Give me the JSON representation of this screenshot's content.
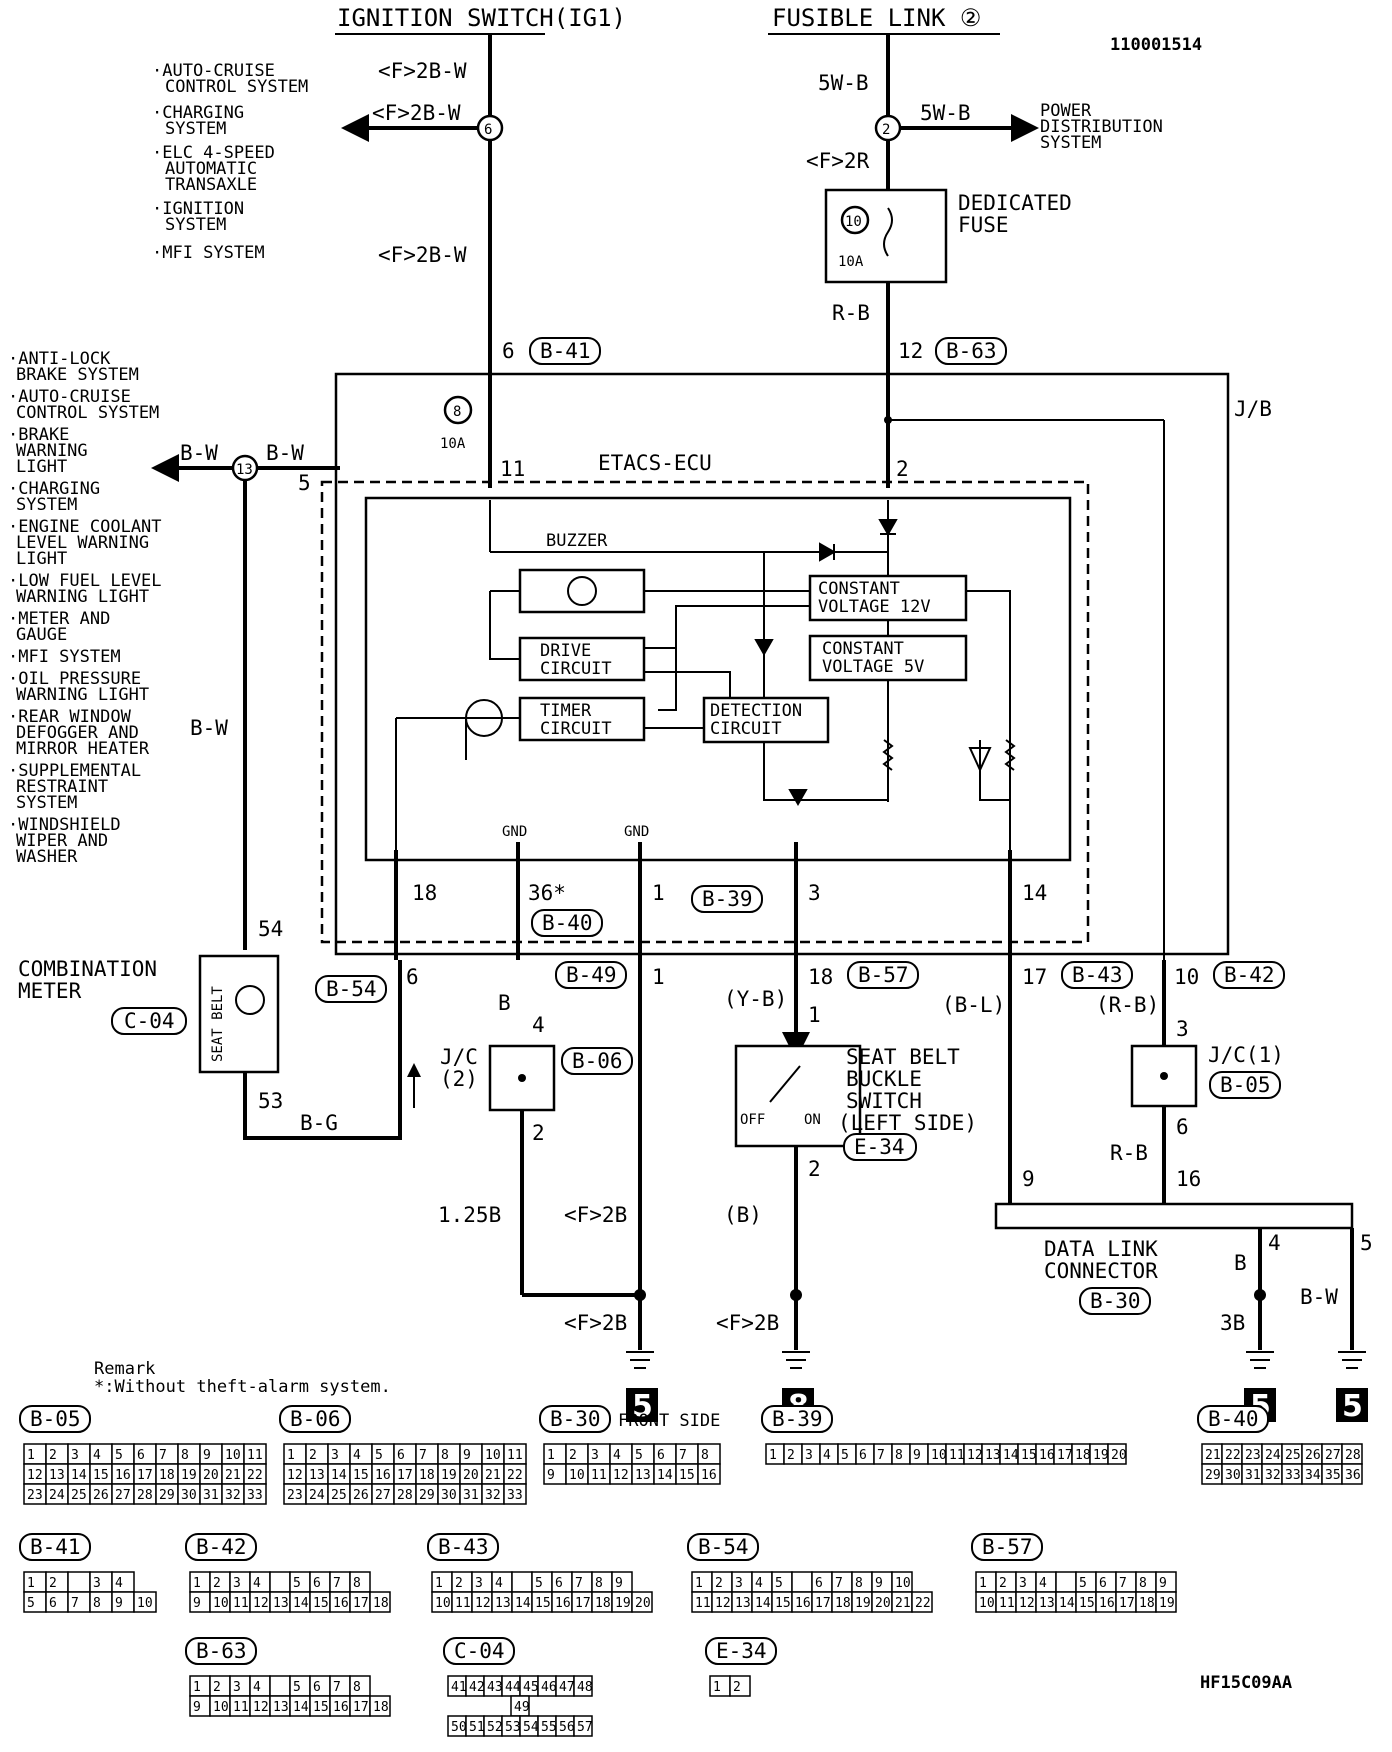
{
  "header": {
    "ignition_switch": "IGNITION SWITCH(IG1)",
    "fusible_link": "FUSIBLE LINK ②",
    "diagram_id": "110001514",
    "figure_code": "HF15C09AA"
  },
  "ig_systems": [
    "·AUTO-CRUISE",
    "CONTROL SYSTEM",
    "·CHARGING",
    "SYSTEM",
    "·ELC 4-SPEED",
    "AUTOMATIC",
    "TRANSAXLE",
    "·IGNITION",
    "SYSTEM",
    "·MFI SYSTEM"
  ],
  "wires": {
    "f2bw": "<F>2B-W",
    "w5wb": "5W-B",
    "f2r": "<F>2R",
    "rb": "R-B",
    "bw": "B-W",
    "b": "B",
    "bg": "B-G",
    "yb": "(Y-B)",
    "bl": "(B-L)",
    "rb2": "(R-B)",
    "b125": "1.25B",
    "f2b": "<F>2B",
    "bpar": "(B)",
    "b3": "3B"
  },
  "power_distribution": [
    "POWER",
    "DISTRIBUTION",
    "SYSTEM"
  ],
  "dedicated_fuse": [
    "DEDICATED",
    "FUSE"
  ],
  "fuse_numbers": {
    "f10": "10",
    "f8": "8",
    "amp": "10A",
    "node6": "6",
    "node2": "2",
    "node13": "13"
  },
  "left_systems": [
    "·ANTI-LOCK",
    "BRAKE SYSTEM",
    "·AUTO-CRUISE",
    "CONTROL SYSTEM",
    "·BRAKE",
    "WARNING",
    "LIGHT",
    "·CHARGING",
    "SYSTEM",
    "·ENGINE COOLANT",
    "LEVEL WARNING",
    "LIGHT",
    "·LOW FUEL LEVEL",
    "WARNING LIGHT",
    "·METER AND",
    "GAUGE",
    "·MFI SYSTEM",
    "·OIL PRESSURE",
    "WARNING LIGHT",
    "·REAR WINDOW",
    "DEFOGGER AND",
    "MIRROR HEATER",
    "·SUPPLEMENTAL",
    "RESTRAINT",
    "SYSTEM",
    "·WINDSHIELD",
    "WIPER AND",
    "WASHER"
  ],
  "ecu": {
    "jb": "J/B",
    "etacs": "ETACS-ECU",
    "buzzer": "BUZZER",
    "cv12": [
      "CONSTANT",
      "VOLTAGE 12V"
    ],
    "cv5": [
      "CONSTANT",
      "VOLTAGE 5V"
    ],
    "drive": [
      "DRIVE",
      "CIRCUIT"
    ],
    "timer": [
      "TIMER",
      "CIRCUIT"
    ],
    "detect": [
      "DETECTION",
      "CIRCUIT"
    ],
    "gnd": "GND"
  },
  "pins": {
    "p6": "6",
    "p12": "12",
    "p11": "11",
    "p2": "2",
    "p5": "5",
    "p18": "18",
    "p36": "36*",
    "p1": "1",
    "p3": "3",
    "p14": "14",
    "p17": "17",
    "p10": "10",
    "p4": "4",
    "p9": "9",
    "p16": "16",
    "p54": "54",
    "p53": "53"
  },
  "refs": {
    "b41": "B-41",
    "b63": "B-63",
    "b40": "B-40",
    "b39": "B-39",
    "b54": "B-54",
    "b49": "B-49",
    "b57": "B-57",
    "b43": "B-43",
    "b42": "B-42",
    "b06": "B-06",
    "b05": "B-05",
    "c04": "C-04",
    "e34": "E-34",
    "b30": "B-30"
  },
  "combination_meter": [
    "COMBINATION",
    "METER"
  ],
  "seat_belt": "SEAT BELT",
  "jc2": [
    "J/C",
    "(2)"
  ],
  "jc1": "J/C(1)",
  "buckle_switch": [
    "SEAT BELT",
    "BUCKLE",
    "SWITCH",
    "(LEFT SIDE)"
  ],
  "switch_off": "OFF",
  "switch_on": "ON",
  "data_link": [
    "DATA LINK",
    "CONNECTOR"
  ],
  "ground_numbers": [
    "5",
    "8",
    "5",
    "5"
  ],
  "remark": [
    "Remark",
    "*:Without theft-alarm system."
  ],
  "connectors": {
    "b05": {
      "label": "B-05",
      "rows": [
        [
          "1",
          "2",
          "3",
          "4",
          "5",
          "6",
          "7",
          "8",
          "9",
          "10",
          "11"
        ],
        [
          "12",
          "13",
          "14",
          "15",
          "16",
          "17",
          "18",
          "19",
          "20",
          "21",
          "22"
        ],
        [
          "23",
          "24",
          "25",
          "26",
          "27",
          "28",
          "29",
          "30",
          "31",
          "32",
          "33"
        ]
      ]
    },
    "b06": {
      "label": "B-06",
      "rows": [
        [
          "1",
          "2",
          "3",
          "4",
          "5",
          "6",
          "7",
          "8",
          "9",
          "10",
          "11"
        ],
        [
          "12",
          "13",
          "14",
          "15",
          "16",
          "17",
          "18",
          "19",
          "20",
          "21",
          "22"
        ],
        [
          "23",
          "24",
          "25",
          "26",
          "27",
          "28",
          "29",
          "30",
          "31",
          "32",
          "33"
        ]
      ]
    },
    "b30": {
      "label": "B-30",
      "side": "FRONT SIDE",
      "rows": [
        [
          "1",
          "2",
          "3",
          "4",
          "5",
          "6",
          "7",
          "8"
        ],
        [
          "9",
          "10",
          "11",
          "12",
          "13",
          "14",
          "15",
          "16"
        ]
      ]
    },
    "b39": {
      "label": "B-39",
      "rows": [
        [
          "1",
          "2",
          "3",
          "4",
          "5",
          "6",
          "7",
          "8",
          "9",
          "10",
          "11",
          "12",
          "13",
          "14",
          "15",
          "16",
          "17",
          "18",
          "19",
          "20"
        ]
      ]
    },
    "b40": {
      "label": "B-40",
      "rows": [
        [
          "21",
          "22",
          "23",
          "24",
          "25",
          "26",
          "27",
          "28"
        ],
        [
          "29",
          "30",
          "31",
          "32",
          "33",
          "34",
          "35",
          "36"
        ]
      ]
    },
    "b41": {
      "label": "B-41",
      "rows": [
        [
          "1",
          "2",
          "",
          "3",
          "4"
        ],
        [
          "5",
          "6",
          "7",
          "8",
          "9",
          "10"
        ]
      ]
    },
    "b42": {
      "label": "B-42",
      "rows": [
        [
          "1",
          "2",
          "3",
          "4",
          "",
          "5",
          "6",
          "7",
          "8"
        ],
        [
          "9",
          "10",
          "11",
          "12",
          "13",
          "14",
          "15",
          "16",
          "17",
          "18"
        ]
      ]
    },
    "b43": {
      "label": "B-43",
      "rows": [
        [
          "1",
          "2",
          "3",
          "4",
          "",
          "5",
          "6",
          "7",
          "8",
          "9"
        ],
        [
          "10",
          "11",
          "12",
          "13",
          "14",
          "15",
          "16",
          "17",
          "18",
          "19",
          "20"
        ]
      ]
    },
    "b54": {
      "label": "B-54",
      "rows": [
        [
          "1",
          "2",
          "3",
          "4",
          "5",
          "",
          "6",
          "7",
          "8",
          "9",
          "10"
        ],
        [
          "11",
          "12",
          "13",
          "14",
          "15",
          "16",
          "17",
          "18",
          "19",
          "20",
          "21",
          "22"
        ]
      ]
    },
    "b57": {
      "label": "B-57",
      "rows": [
        [
          "1",
          "2",
          "3",
          "4",
          "",
          "5",
          "6",
          "7",
          "8",
          "9"
        ],
        [
          "10",
          "11",
          "12",
          "13",
          "14",
          "15",
          "16",
          "17",
          "18",
          "19"
        ]
      ]
    },
    "b63": {
      "label": "B-63",
      "rows": [
        [
          "1",
          "2",
          "3",
          "4",
          "",
          "5",
          "6",
          "7",
          "8"
        ],
        [
          "9",
          "10",
          "11",
          "12",
          "13",
          "14",
          "15",
          "16",
          "17",
          "18"
        ]
      ]
    },
    "c04": {
      "label": "C-04",
      "rows": [
        [
          "41",
          "42",
          "43",
          "44",
          "45",
          "46",
          "47",
          "48"
        ],
        [
          "49"
        ],
        [
          "50",
          "51",
          "52",
          "53",
          "54",
          "55",
          "56",
          "57"
        ]
      ]
    },
    "e34": {
      "label": "E-34",
      "rows": [
        [
          "1",
          "2"
        ]
      ]
    }
  }
}
